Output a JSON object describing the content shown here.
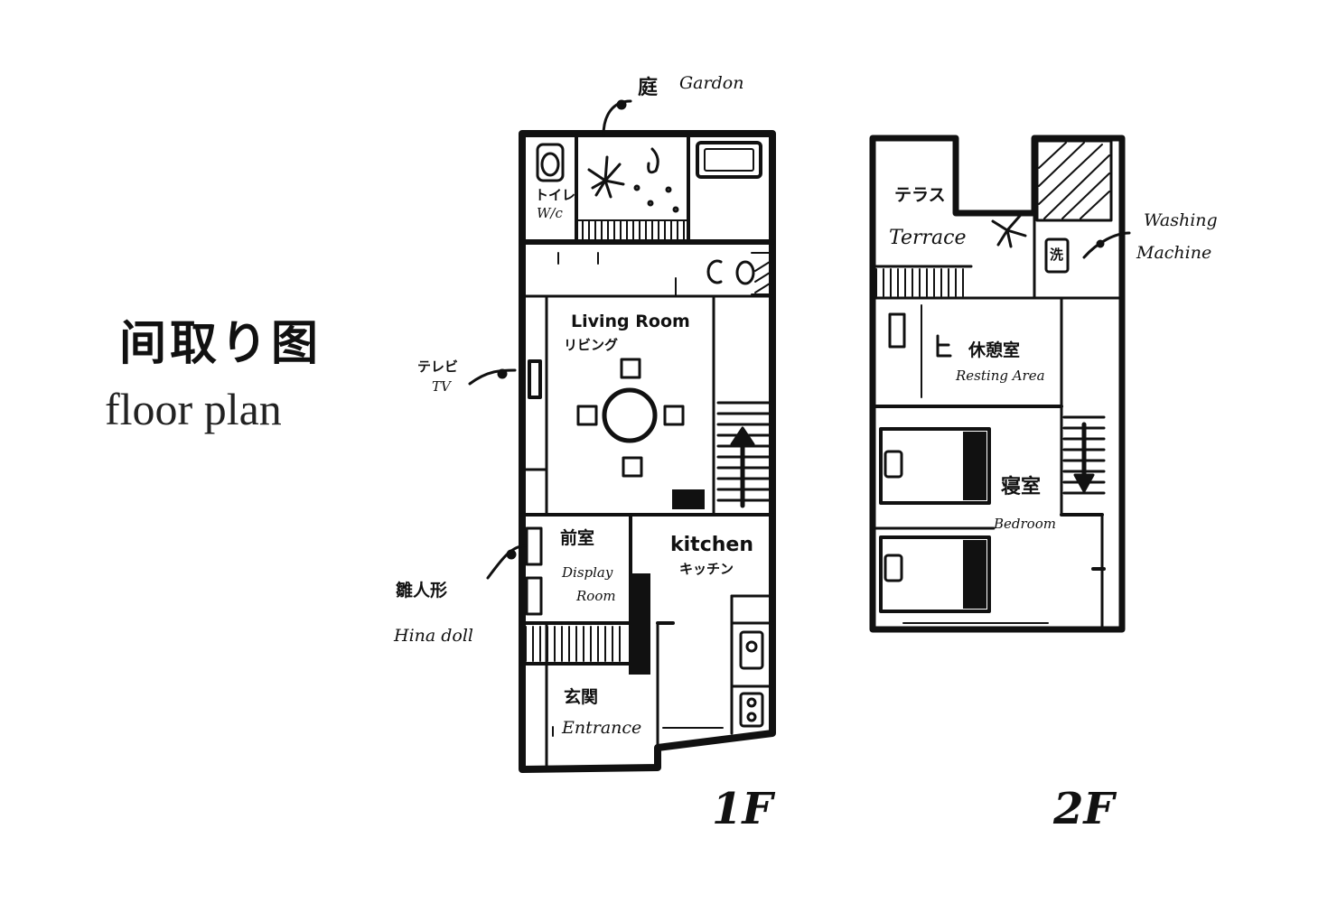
{
  "title": {
    "japanese": "间取り图",
    "english": "floor plan"
  },
  "floors": {
    "first": {
      "label": "1F",
      "rooms": {
        "garden": {
          "jp": "庭",
          "en": "Gardon"
        },
        "toilet": {
          "jp": "トイレ",
          "en": "W/c"
        },
        "living": {
          "en": "Living Room",
          "jp": "リビング"
        },
        "display": {
          "jp": "前室",
          "en1": "Display",
          "en2": "Room"
        },
        "kitchen": {
          "en": "kitchen",
          "jp": "キッチン"
        },
        "entrance": {
          "jp": "玄関",
          "en": "Entrance"
        }
      },
      "callouts": {
        "tv": {
          "jp": "テレビ",
          "en": "TV"
        },
        "hina": {
          "jp": "雛人形",
          "en": "Hina doll"
        }
      }
    },
    "second": {
      "label": "2F",
      "rooms": {
        "terrace": {
          "jp": "テラス",
          "en": "Terrace"
        },
        "resting": {
          "jp": "休憩室",
          "en": "Resting Area"
        },
        "bedroom": {
          "jp": "寝室",
          "en": "Bedroom"
        },
        "washer_mark": "洗"
      },
      "callouts": {
        "washing": {
          "line1": "Washing",
          "line2": "Machine"
        }
      }
    }
  }
}
